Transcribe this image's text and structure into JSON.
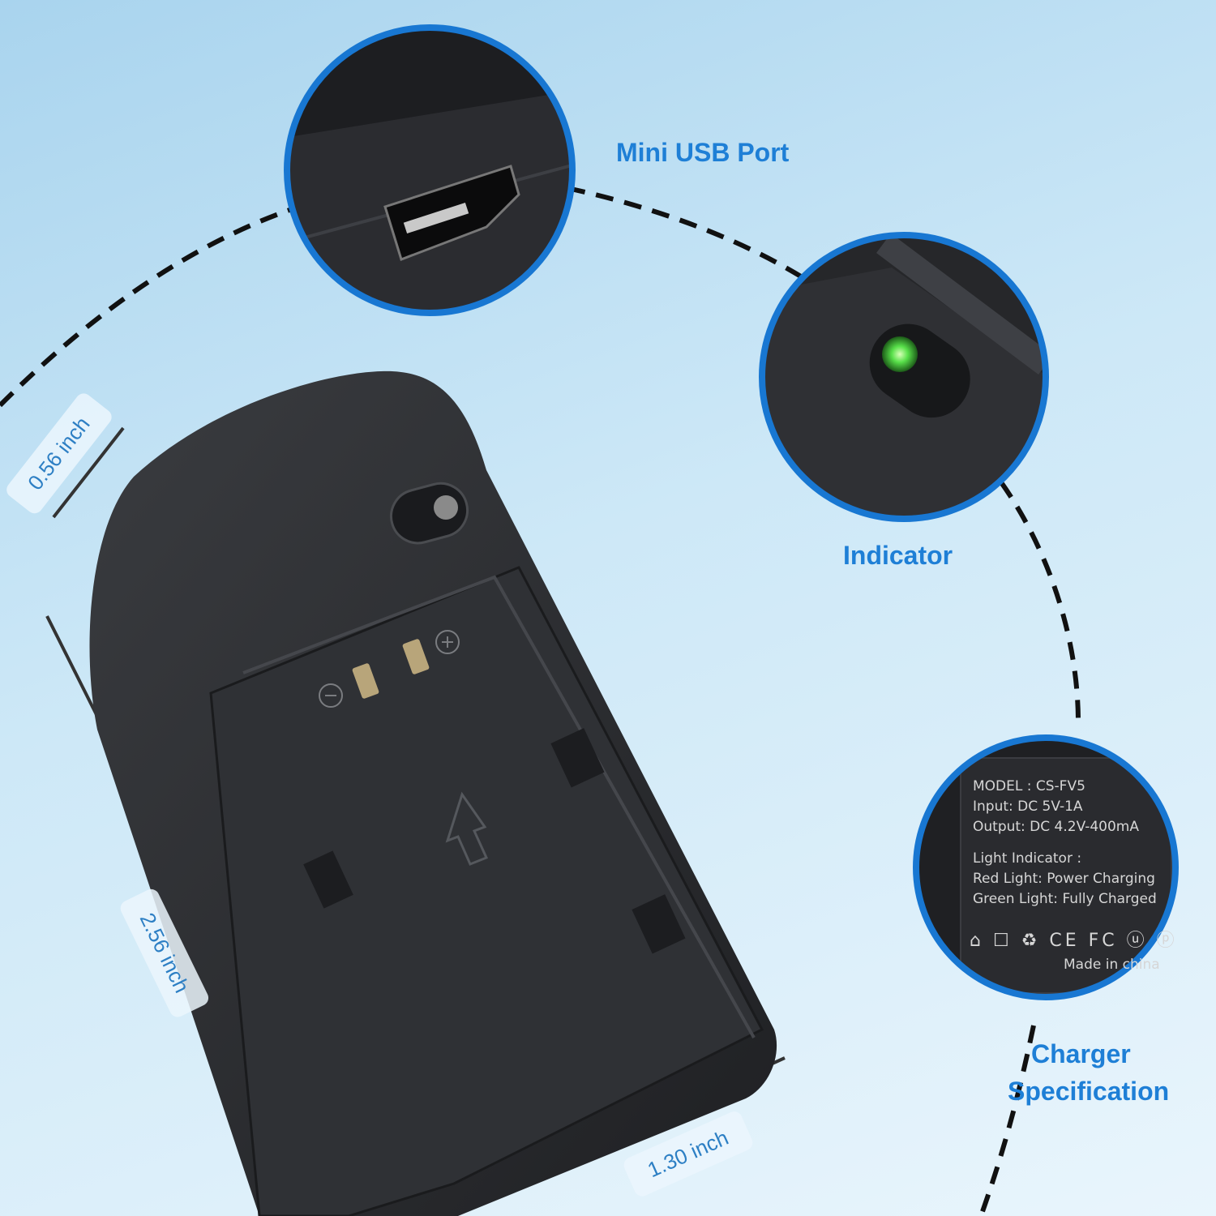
{
  "callouts": {
    "usb_port": "Mini USB Port",
    "indicator": "Indicator",
    "spec_line1": "Charger",
    "spec_line2": "Specification"
  },
  "dimensions": {
    "depth": "0.56 inch",
    "length": "2.56 inch",
    "width": "1.30 inch"
  },
  "spec_label": {
    "model": "MODEL : CS-FV5",
    "input": "Input: DC 5V-1A",
    "output": "Output: DC 4.2V-400mA",
    "light_title": "Light Indicator :",
    "red_light": "Red Light: Power Charging",
    "green_light": "Green Light: Fully Charged",
    "certification_marks": "⌂ ☐ ♻ CE FC ⓤ ⓟ",
    "made_in": "Made in china"
  },
  "colors": {
    "callout_text": "#1e7fd6",
    "circle_border": "#1877d2",
    "charger_body": "#2b2d30",
    "led_green": "#58e04a"
  }
}
